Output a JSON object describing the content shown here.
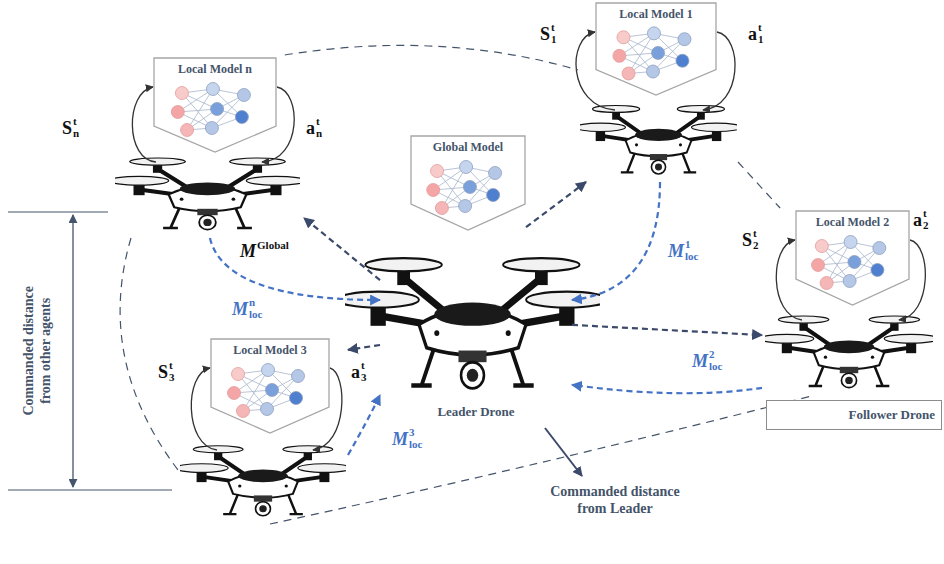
{
  "diagram": {
    "nodes": [
      {
        "text": [
          "Local Model n"
        ]
      },
      {
        "text": [
          "Local Model 1"
        ]
      },
      {
        "text": [
          "Global Model"
        ]
      },
      {
        "text": [
          "Local Model 2"
        ]
      },
      {
        "text": [
          "Local Model 3"
        ]
      },
      {
        "text": [
          "Leader Drone"
        ]
      },
      {
        "text": [
          "Follower Drone"
        ]
      }
    ],
    "edges": [
      {
        "from": 5,
        "to": 0,
        "arrow": "to"
      },
      {
        "from": 0,
        "to": 5,
        "arrow": "to"
      },
      {
        "from": 2,
        "to": 1,
        "arrow": "to"
      },
      {
        "from": 1,
        "to": 5,
        "arrow": "to"
      },
      {
        "from": 5,
        "to": 3,
        "arrow": "to"
      },
      {
        "from": 3,
        "to": 5,
        "arrow": "to"
      },
      {
        "from": 4,
        "to": 5,
        "arrow": "to"
      },
      {
        "from": 5,
        "to": 4,
        "arrow": "to"
      },
      {
        "from": 0,
        "to": 1,
        "arrow": "none"
      },
      {
        "from": 1,
        "to": 3,
        "arrow": "none"
      },
      {
        "from": 0,
        "to": 4,
        "arrow": "none"
      },
      {
        "from": 4,
        "to": 3,
        "arrow": "none"
      }
    ],
    "labels": [
      "S",
      "t",
      "n",
      "a",
      "t",
      "n",
      "S",
      "t",
      "1",
      "a",
      "t",
      "1",
      "S",
      "t",
      "2",
      "a",
      "t",
      "2",
      "S",
      "t",
      "3",
      "a",
      "t",
      "3",
      "M",
      "Global",
      "M",
      "n",
      "loc",
      "M",
      "1",
      "loc",
      "M",
      "2",
      "loc",
      "M",
      "3",
      "loc",
      "Commanded distance from other agents",
      "Commanded distance from Leader"
    ]
  }
}
